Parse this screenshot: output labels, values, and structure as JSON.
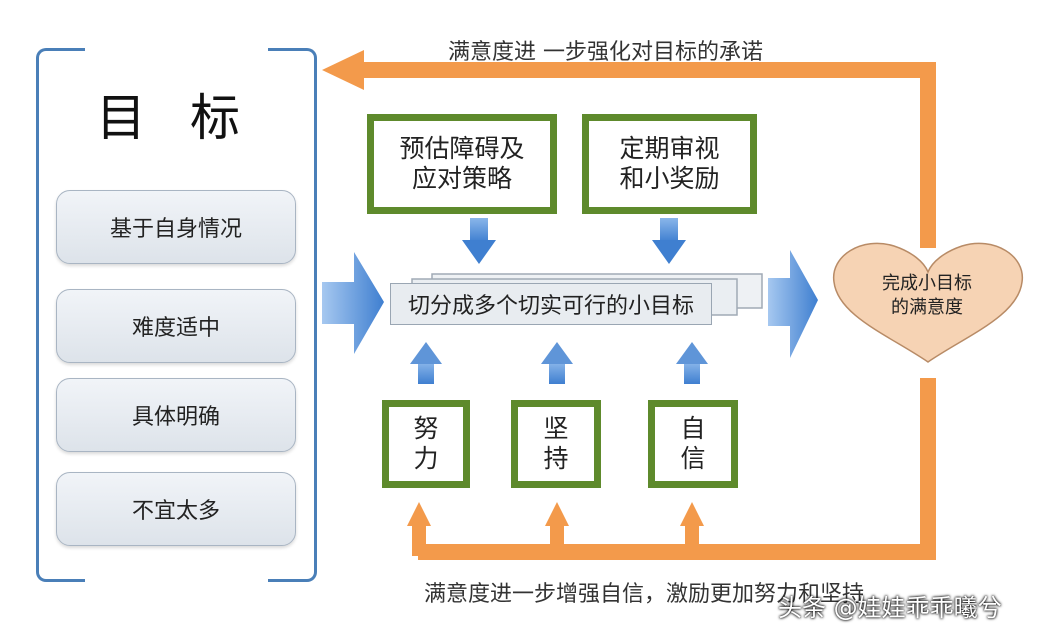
{
  "goal": {
    "title": "目 标",
    "criteria": [
      "基于自身情况",
      "难度适中",
      "具体明确",
      "不宜太多"
    ]
  },
  "top_boxes": [
    {
      "line1": "预估障碍及",
      "line2": "应对策略"
    },
    {
      "line1": "定期审视",
      "line2": "和小奖励"
    }
  ],
  "center_label": "切分成多个切实可行的小目标",
  "bottom_boxes": [
    {
      "line1": "努",
      "line2": "力"
    },
    {
      "line1": "坚",
      "line2": "持"
    },
    {
      "line1": "自",
      "line2": "信"
    }
  ],
  "heart": {
    "line1": "完成小目标",
    "line2": "的满意度"
  },
  "top_caption": "满意度进 一步强化对目标的承诺",
  "bottom_caption": "满意度进一步增强自信，激励更加努力和坚持",
  "watermark": "头条 @娃娃乖乖曦兮",
  "colors": {
    "orange": "#f39a4b",
    "green": "#5e8a2c",
    "blue": "#4a7fb8",
    "heart": "#f6d3b4"
  }
}
